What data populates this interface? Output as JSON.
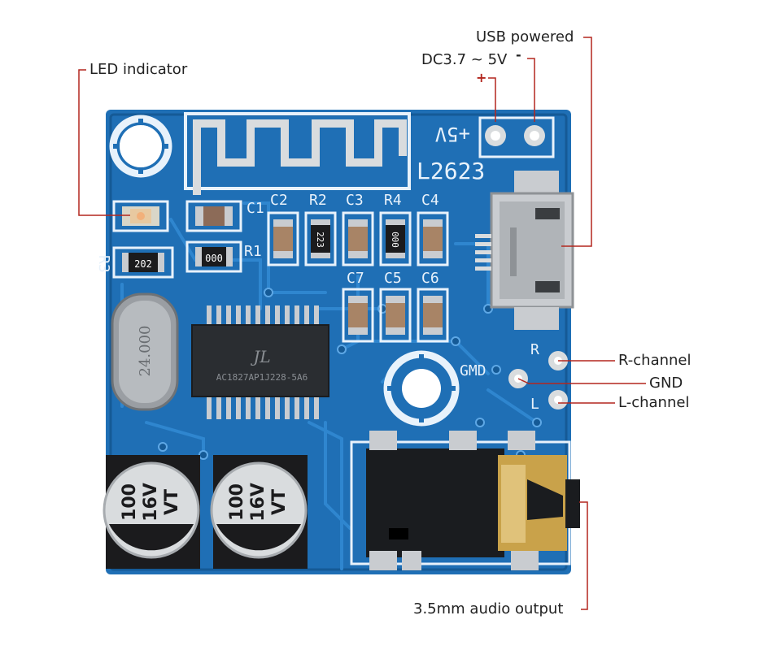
{
  "colors": {
    "pcb": "#1f6fb5",
    "pcb_dark": "#155a96",
    "trace": "#2f86cf",
    "silk": "#e8f2fb",
    "pad": "#c9ccd0",
    "callout": "#b3261e",
    "chip": "#2a2d31",
    "cap": "#1b1b1d",
    "gold": "#c9a24a"
  },
  "callouts": {
    "led": "LED indicator",
    "usb": "USB powered",
    "dc": "DC3.7 ~ 5V",
    "plus": "+",
    "minus": "-",
    "r_channel": "R-channel",
    "gnd": "GND",
    "l_channel": "L-channel",
    "audio": "3.5mm audio output"
  },
  "silkscreen": {
    "model": "L2623",
    "power": "+5V",
    "gmd": "GMD",
    "r": "R",
    "l": "L",
    "c1": "C1",
    "c2": "C2",
    "r2": "R2",
    "c3": "C3",
    "r4": "R4",
    "c4": "C4",
    "c7": "C7",
    "c5": "C5",
    "c6": "C6",
    "r1": "R1",
    "r3": "R3",
    "res_223": "223",
    "res_000a": "000",
    "res_000b": "000",
    "res_202": "202",
    "crystal": "24.000",
    "chip": "AC1827AP1J228-5A6",
    "chip_logo": "JL",
    "cap_text_1": "100",
    "cap_text_2": "16V",
    "cap_text_3": "VT"
  }
}
